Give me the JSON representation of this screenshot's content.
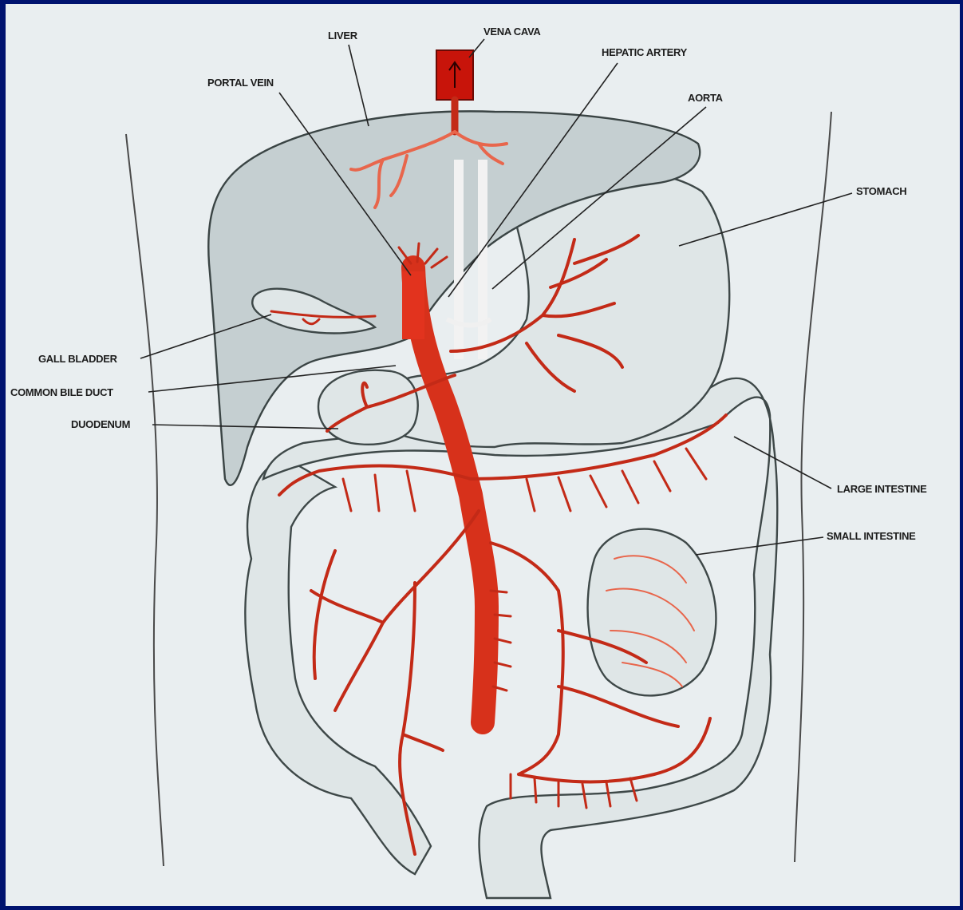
{
  "labels": {
    "liver": "LIVER",
    "vena_cava": "VENA CAVA",
    "hepatic_artery": "HEPATIC ARTERY",
    "portal_vein": "PORTAL VEIN",
    "aorta": "AORTA",
    "stomach": "STOMACH",
    "gall_bladder": "GALL BLADDER",
    "common_bile_duct": "COMMON BILE DUCT",
    "duodenum": "DUODENUM",
    "large_intestine": "LARGE INTESTINE",
    "small_intestine": "SMALL INTESTINE"
  },
  "colors": {
    "frame": "#00136f",
    "plate": "#e9eef0",
    "vessel": "#c32a17",
    "vessel_light": "#e8664c",
    "organ": "#dfe6e7"
  }
}
